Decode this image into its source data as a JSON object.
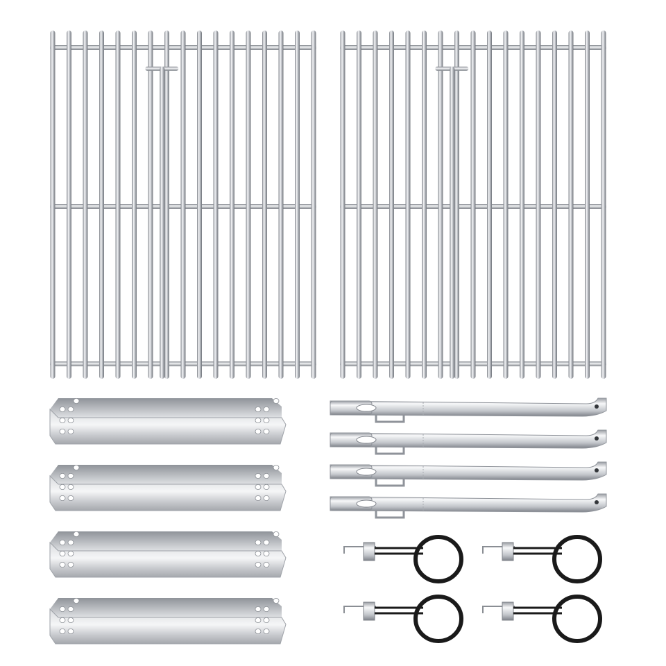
{
  "product": {
    "grates": {
      "count": 2,
      "rods_per_grate": 17
    },
    "heat_plates": {
      "count": 4
    },
    "burners": {
      "count": 4
    },
    "igniters": {
      "count": 4
    }
  },
  "colors": {
    "background": "#ffffff",
    "steel_light": "#f4f5f7",
    "steel_mid": "#c9ccd1",
    "steel_dark": "#8d9198",
    "wire": "#1a1a1a"
  }
}
